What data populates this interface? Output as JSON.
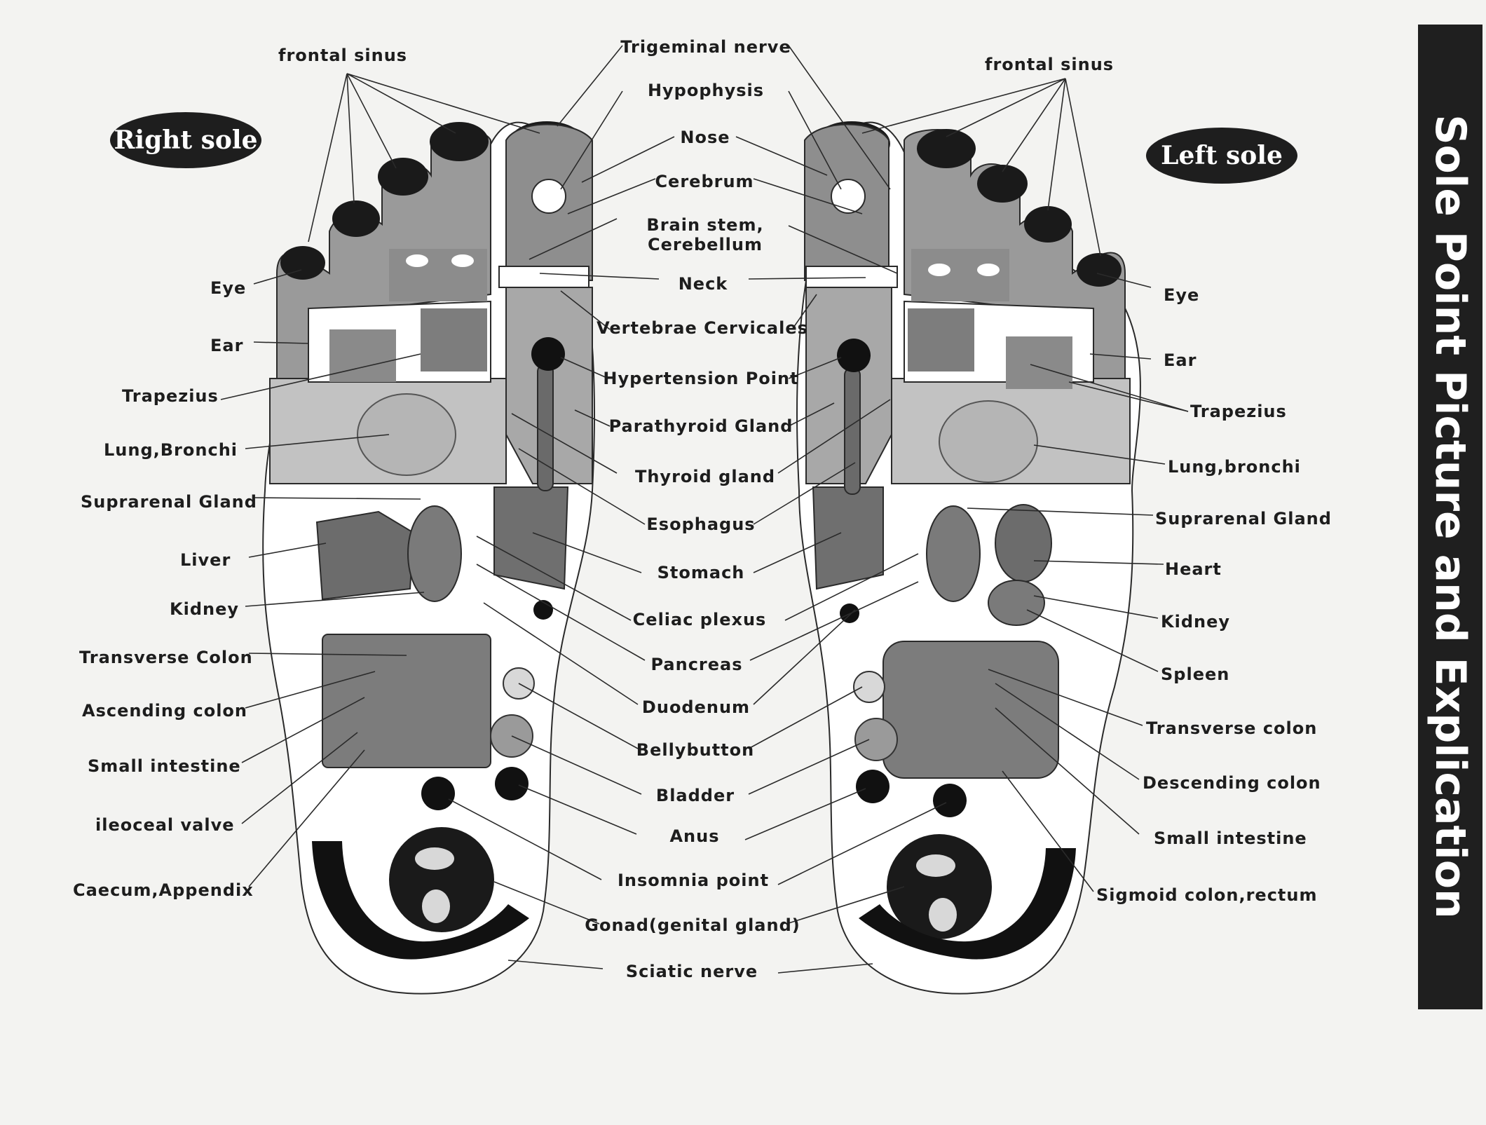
{
  "title": "Sole Point Picture and Explication",
  "right_sole_label": "Right sole",
  "left_sole_label": "Left sole",
  "right_labels": {
    "frontal_sinus": "frontal sinus",
    "eye": "Eye",
    "ear": "Ear",
    "trapezius": "Trapezius",
    "lung": "Lung,Bronchi",
    "suprarenal": "Suprarenal Gland",
    "liver": "Liver",
    "kidney": "Kidney",
    "transverse_colon": "Transverse Colon",
    "ascending_colon": "Ascending colon",
    "small_intestine": "Small intestine",
    "ileocecal_valve": "ileoceal valve",
    "caecum": "Caecum,Appendix"
  },
  "center_labels": {
    "trigeminal": "Trigeminal nerve",
    "hypophysis": "Hypophysis",
    "nose": "Nose",
    "cerebrum": "Cerebrum",
    "brain_stem_1": "Brain stem,",
    "brain_stem_2": "Cerebellum",
    "neck": "Neck",
    "vertebrae": "Vertebrae Cervicales",
    "hypertension": "Hypertension Point",
    "parathyroid": "Parathyroid Gland",
    "thyroid": "Thyroid gland",
    "esophagus": "Esophagus",
    "stomach": "Stomach",
    "celiac": "Celiac plexus",
    "pancreas": "Pancreas",
    "duodenum": "Duodenum",
    "bellybutton": "Bellybutton",
    "bladder": "Bladder",
    "anus": "Anus",
    "insomnia": "Insomnia point",
    "gonad": "Gonad(genital gland)",
    "sciatic": "Sciatic nerve"
  },
  "left_labels": {
    "frontal_sinus": "frontal sinus",
    "eye": "Eye",
    "ear": "Ear",
    "trapezius": "Trapezius",
    "lung": "Lung,bronchi",
    "suprarenal": "Suprarenal Gland",
    "heart": "Heart",
    "kidney": "Kidney",
    "spleen": "Spleen",
    "transverse_colon": "Transverse colon",
    "descending_colon": "Descending colon",
    "small_intestine": "Small intestine",
    "sigmoid": "Sigmoid colon,rectum"
  },
  "colors": {
    "ink": "#1d1d1d",
    "zone_gray": "#9a9a9a",
    "zone_light": "#bdbdbd",
    "title_bar": "#1f1f1f"
  }
}
